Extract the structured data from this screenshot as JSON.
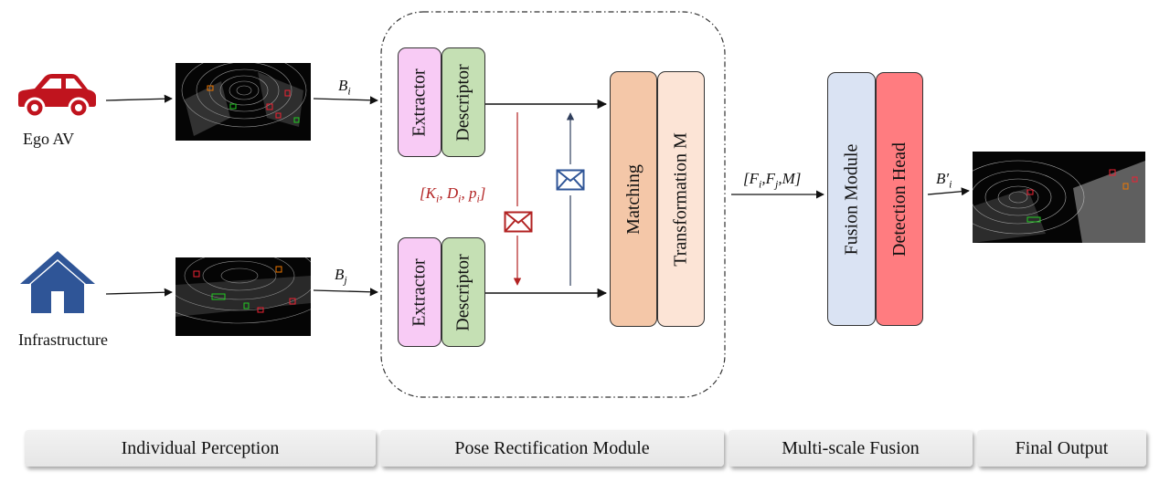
{
  "agents": {
    "ego_label": "Ego AV",
    "infra_label": "Infrastructure",
    "ego_icon": "car-icon",
    "infra_icon": "house-icon",
    "ego_color": "#c0141e",
    "infra_color": "#2f5597"
  },
  "flows": {
    "bi": "B",
    "bi_sub": "i",
    "bj": "B",
    "bj_sub": "j",
    "msg_text": "[K",
    "msg_k_sub": "i",
    "msg_d": ", D",
    "msg_d_sub": "i",
    "msg_p": ", p",
    "msg_p_sub": "i",
    "msg_close": "]",
    "fuse_open": "[F",
    "fuse_f_sub": "i",
    "fuse_mid": ",F",
    "fuse_j_sub": "j",
    "fuse_end": ",M]",
    "out": "B",
    "out_sub": "i",
    "out_prime": "′",
    "msg_color": "#b22222",
    "msg_icon": "envelope-icon"
  },
  "blocks": {
    "extractor": "Extractor",
    "descriptor": "Descriptor",
    "matching": "Matching",
    "transformation": "Transformation M",
    "fusion": "Fusion Module",
    "detection": "Detection Head",
    "colors": {
      "extractor": "#f8cbf5",
      "descriptor": "#c5e0b4",
      "matching": "#f4c7a8",
      "transformation": "#fce4d6",
      "fusion": "#dae3f3",
      "detection": "#ff7c80"
    }
  },
  "stages": [
    "Individual Perception",
    "Pose Rectification Module",
    "Multi-scale Fusion",
    "Final Output"
  ]
}
